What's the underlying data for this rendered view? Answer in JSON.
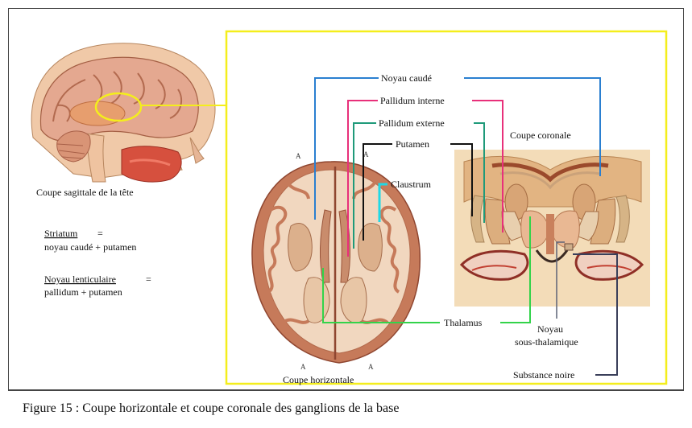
{
  "caption": "Figure 15 : Coupe horizontale et coupe coronale des ganglions de la base",
  "sagittal": {
    "title": "Coupe sagittale de la tête",
    "striatum_term": "Striatum",
    "striatum_def": "noyau caudé + putamen",
    "lenticular_term": "Noyau lenticulaire",
    "lenticular_def": "pallidum + putamen",
    "equals": "="
  },
  "labels": {
    "noyau_caude": "Noyau caudé",
    "pallidum_interne": "Pallidum interne",
    "pallidum_externe": "Pallidum externe",
    "putamen": "Putamen",
    "claustrum": "Claustrum",
    "thalamus": "Thalamus",
    "noyau": "Noyau",
    "sous_thalamique": "sous-thalamique",
    "substance_noire": "Substance noire",
    "coupe_coronale": "Coupe coronale",
    "coupe_horizontale": "Coupe horizontale"
  },
  "orientation_marks": {
    "top_left": "A",
    "top_right": "A",
    "bottom_left": "A",
    "bottom_right": "A"
  },
  "colors": {
    "frame_border": "#444444",
    "highlight_yellow": "#f4ee1c",
    "line_blue": "#2a7fd0",
    "line_pink": "#e8307a",
    "line_teal": "#1f9a7a",
    "line_black": "#111111",
    "line_cyan": "#1fd8e6",
    "line_green": "#33d34a",
    "line_slate": "#3a3f5a",
    "tissue_light": "#f4dfc4",
    "tissue_pink": "#e8b8a6",
    "tissue_dark": "#9b4a2c"
  }
}
